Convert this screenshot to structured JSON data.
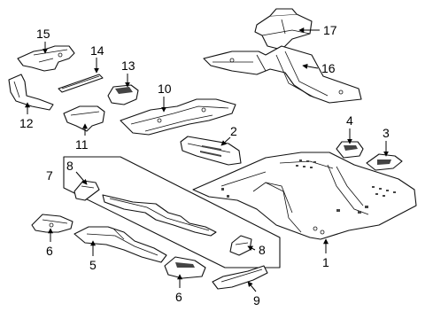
{
  "callouts": {
    "c1": "1",
    "c2": "2",
    "c3": "3",
    "c4": "4",
    "c5": "5",
    "c6a": "6",
    "c6b": "6",
    "c7": "7",
    "c8a": "8",
    "c8b": "8",
    "c9": "9",
    "c10": "10",
    "c11": "11",
    "c12": "12",
    "c13": "13",
    "c14": "14",
    "c15": "15",
    "c16": "16",
    "c17": "17"
  }
}
